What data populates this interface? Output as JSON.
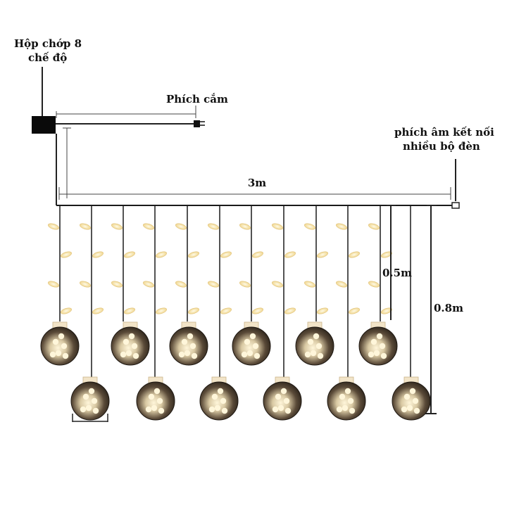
{
  "labels": {
    "controller_line1": "Hộp chớp 8",
    "controller_line2": "chế độ",
    "plug": "Phích cắm",
    "connector_line1": "phích âm kết nối",
    "connector_line2": "nhiều bộ đèn",
    "width": "3m",
    "short_length": "0.5m",
    "long_length": "0.8m"
  },
  "colors": {
    "line": "#222222",
    "wire": "#1a1a1a",
    "bulb": "#f4dfa3",
    "globe_dark": "#3a3026",
    "globe_glow": "#fff6da",
    "cap": "#f2e4c8"
  },
  "icons": {
    "controller": "controller-box-icon",
    "plug": "plug-icon",
    "connector": "female-connector-icon",
    "bulb": "led-bulb-icon",
    "globe": "globe-ball-icon"
  }
}
